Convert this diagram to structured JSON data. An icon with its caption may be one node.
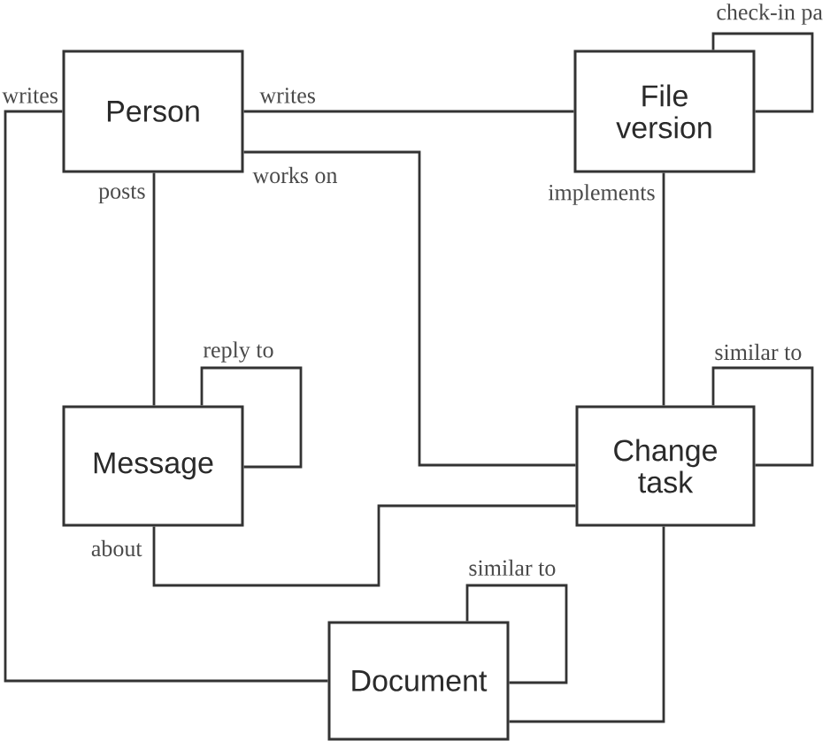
{
  "diagram": {
    "nodes": [
      {
        "text": [
          "Person"
        ]
      },
      {
        "text": [
          "File version"
        ]
      },
      {
        "text": [
          "Message"
        ]
      },
      {
        "text": [
          "Change task"
        ]
      },
      {
        "text": [
          "Document"
        ]
      }
    ],
    "edges": [
      {
        "from": 0,
        "to": 2,
        "arrow": "none",
        "label": "posts"
      },
      {
        "from": 0,
        "to": 1,
        "arrow": "none",
        "label": "writes"
      },
      {
        "from": 0,
        "to": 4,
        "arrow": "none",
        "label": "writes"
      },
      {
        "from": 0,
        "to": 3,
        "arrow": "none",
        "label": "works on"
      },
      {
        "from": 1,
        "to": 3,
        "arrow": "none",
        "label": "implements"
      },
      {
        "from": 1,
        "to": 1,
        "arrow": "none",
        "label": "check-in pa"
      },
      {
        "from": 2,
        "to": 2,
        "arrow": "none",
        "label": "reply to"
      },
      {
        "from": 2,
        "to": 3,
        "arrow": "none",
        "label": "about"
      },
      {
        "from": 3,
        "to": 3,
        "arrow": "none",
        "label": "similar to"
      },
      {
        "from": 4,
        "to": 4,
        "arrow": "none",
        "label": "similar to"
      },
      {
        "from": 4,
        "to": 3,
        "arrow": "none"
      }
    ]
  }
}
